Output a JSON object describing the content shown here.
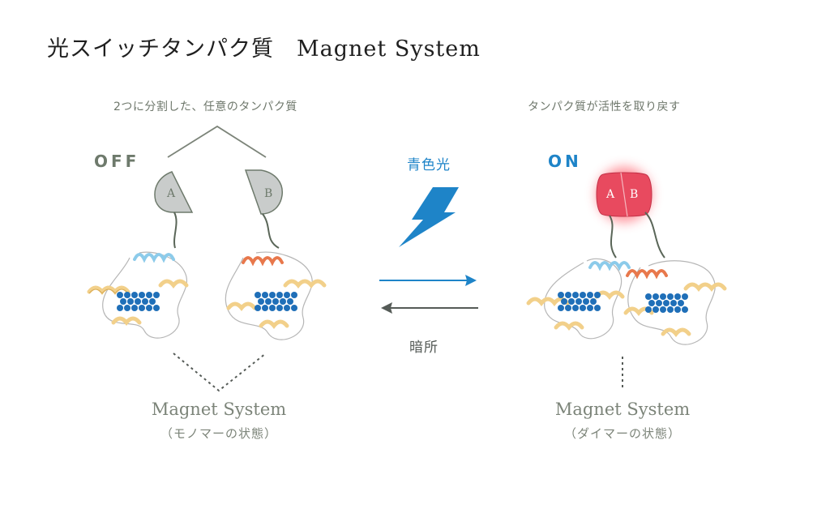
{
  "title": "光スイッチタンパク質　Magnet System",
  "left": {
    "caption": "2つに分割した、任意のタンパク質",
    "state": "OFF",
    "segment_a": "A",
    "segment_b": "B",
    "system_name": "Magnet System",
    "system_state": "（モノマーの状態）"
  },
  "right": {
    "caption": "タンパク質が活性を取り戻す",
    "state": "ON",
    "segment_a": "A",
    "segment_b": "B",
    "system_name": "Magnet System",
    "system_state": "（ダイマーの状態）"
  },
  "arrows": {
    "forward_label": "青色光",
    "reverse_label": "暗所"
  },
  "colors": {
    "state_off": "#6e7a6c",
    "state_on": "#1e84c8",
    "blue_light": "#1e84c8",
    "dimer": "#e84a5f",
    "helix_yellow": "#f2d08a",
    "helix_blue": "#8ccbea",
    "helix_orange": "#e8784c",
    "chromophore": "#1f6fb8",
    "segment_gray": "#c9cccb"
  },
  "icons": [
    "lightning-bolt-icon",
    "arrow-right-icon",
    "arrow-left-icon"
  ]
}
